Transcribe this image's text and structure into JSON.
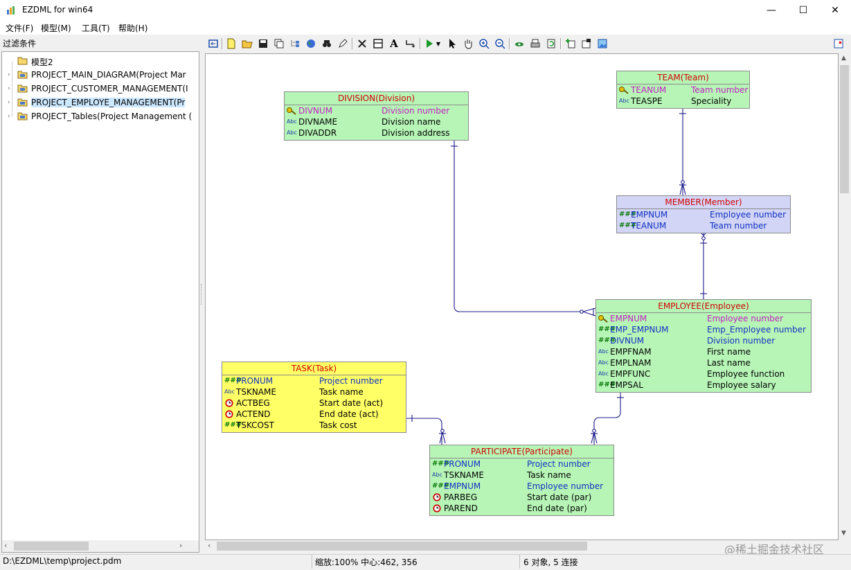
{
  "window": {
    "title": "EZDML for win64",
    "minimize": "—",
    "maximize": "☐",
    "close": "✕"
  },
  "menu": [
    "文件(F)",
    "模型(M)",
    "工具(T)",
    "帮助(H)"
  ],
  "sidebar": {
    "filter_label": "过滤条件",
    "items": [
      {
        "label": "模型2",
        "expandable": false
      },
      {
        "label": "PROJECT_MAIN_DIAGRAM(Project Mar",
        "expandable": true
      },
      {
        "label": "PROJECT_CUSTOMER_MANAGEMENT(I",
        "expandable": true
      },
      {
        "label": "PROJECT_EMPLOYE_MANAGEMENT(Pr",
        "expandable": true,
        "selected": true
      },
      {
        "label": "PROJECT_Tables(Project Management (",
        "expandable": true
      }
    ]
  },
  "toolbar_icons": [
    "back-icon",
    "new-icon",
    "open-icon",
    "save-icon",
    "copy-icon",
    "tree-icon",
    "globe-icon",
    "find-icon",
    "edit-icon",
    "delete-icon",
    "box-icon",
    "text-icon",
    "link-icon",
    "run-icon",
    "pointer-icon",
    "hand-icon",
    "zoom-in-icon",
    "zoom-out-icon",
    "eye-icon",
    "print-icon",
    "refresh-icon",
    "add-icon",
    "properties-icon",
    "image-icon",
    "close-panel-icon"
  ],
  "entities": {
    "division": {
      "title": "DIVISION(Division)",
      "fields": [
        {
          "name": "DIVNUM",
          "desc": "Division number",
          "kind": "pk"
        },
        {
          "name": "DIVNAME",
          "desc": "Division name",
          "kind": "text"
        },
        {
          "name": "DIVADDR",
          "desc": "Division address",
          "kind": "text"
        }
      ]
    },
    "team": {
      "title": "TEAM(Team)",
      "fields": [
        {
          "name": "TEANUM",
          "desc": "Team number",
          "kind": "pk"
        },
        {
          "name": "TEASPE",
          "desc": "Speciality",
          "kind": "text"
        }
      ]
    },
    "member": {
      "title": "MEMBER(Member)",
      "fields": [
        {
          "name": "EMPNUM",
          "desc": "Employee number",
          "kind": "fk"
        },
        {
          "name": "TEANUM",
          "desc": "Team number",
          "kind": "fk"
        }
      ]
    },
    "employee": {
      "title": "EMPLOYEE(Employee)",
      "fields": [
        {
          "name": "EMPNUM",
          "desc": "Employee number",
          "kind": "pk"
        },
        {
          "name": "EMP_EMPNUM",
          "desc": "Emp_Employee number",
          "kind": "fk"
        },
        {
          "name": "DIVNUM",
          "desc": "Division number",
          "kind": "fk"
        },
        {
          "name": "EMPFNAM",
          "desc": "First name",
          "kind": "text"
        },
        {
          "name": "EMPLNAM",
          "desc": "Last name",
          "kind": "text"
        },
        {
          "name": "EMPFUNC",
          "desc": "Employee function",
          "kind": "text"
        },
        {
          "name": "EMPSAL",
          "desc": "Employee salary",
          "kind": "num"
        }
      ]
    },
    "task": {
      "title": "TASK(Task)",
      "fields": [
        {
          "name": "PRONUM",
          "desc": "Project number",
          "kind": "fk"
        },
        {
          "name": "TSKNAME",
          "desc": "Task name",
          "kind": "text"
        },
        {
          "name": "ACTBEG",
          "desc": "Start date (act)",
          "kind": "date"
        },
        {
          "name": "ACTEND",
          "desc": "End date (act)",
          "kind": "date"
        },
        {
          "name": "TSKCOST",
          "desc": "Task cost",
          "kind": "num"
        }
      ]
    },
    "participate": {
      "title": "PARTICIPATE(Participate)",
      "fields": [
        {
          "name": "PRONUM",
          "desc": "Project number",
          "kind": "fk"
        },
        {
          "name": "TSKNAME",
          "desc": "Task name",
          "kind": "text"
        },
        {
          "name": "EMPNUM",
          "desc": "Employee number",
          "kind": "fk"
        },
        {
          "name": "PARBEG",
          "desc": "Start date (par)",
          "kind": "date"
        },
        {
          "name": "PAREND",
          "desc": "End date (par)",
          "kind": "date"
        }
      ]
    }
  },
  "status": {
    "path": "D:\\EZDML\\temp\\project.pdm",
    "zoom": "缩放:100% 中心:462, 356",
    "counts": "6 对象, 5 连接"
  },
  "watermark": "@稀土掘金技术社区"
}
